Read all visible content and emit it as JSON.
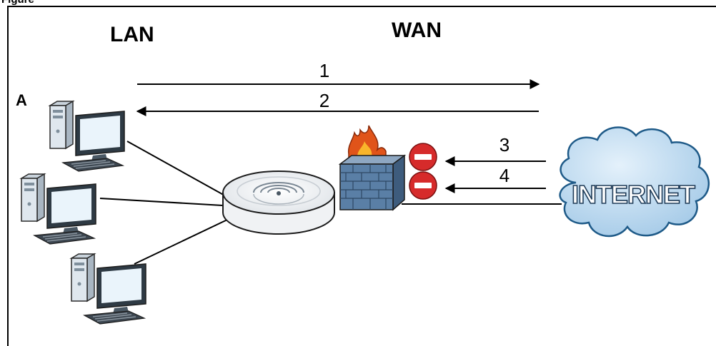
{
  "figure": {
    "caption": "Figure"
  },
  "zones": {
    "lan": "LAN",
    "wan": "WAN"
  },
  "pc_label": "A",
  "arrows": [
    {
      "label": "1",
      "direction": "outbound"
    },
    {
      "label": "2",
      "direction": "inbound"
    },
    {
      "label": "3",
      "direction": "inbound",
      "blocked": true
    },
    {
      "label": "4",
      "direction": "inbound",
      "blocked": true
    }
  ],
  "cloud": {
    "text": "INTERNET"
  },
  "colors": {
    "cloud_fill": "#b9d8ef",
    "cloud_stroke": "#1e5a88",
    "firewall_wall": "#5a7fa6",
    "flame": "#e0541a",
    "blocked_icon": "#d62b2b",
    "monitor_screen": "#eaf4fb",
    "pc_body": "#dfe7ee"
  },
  "icons": [
    "computer-icon",
    "router-icon",
    "firewall-icon",
    "blocked-icon",
    "internet-cloud-icon"
  ]
}
